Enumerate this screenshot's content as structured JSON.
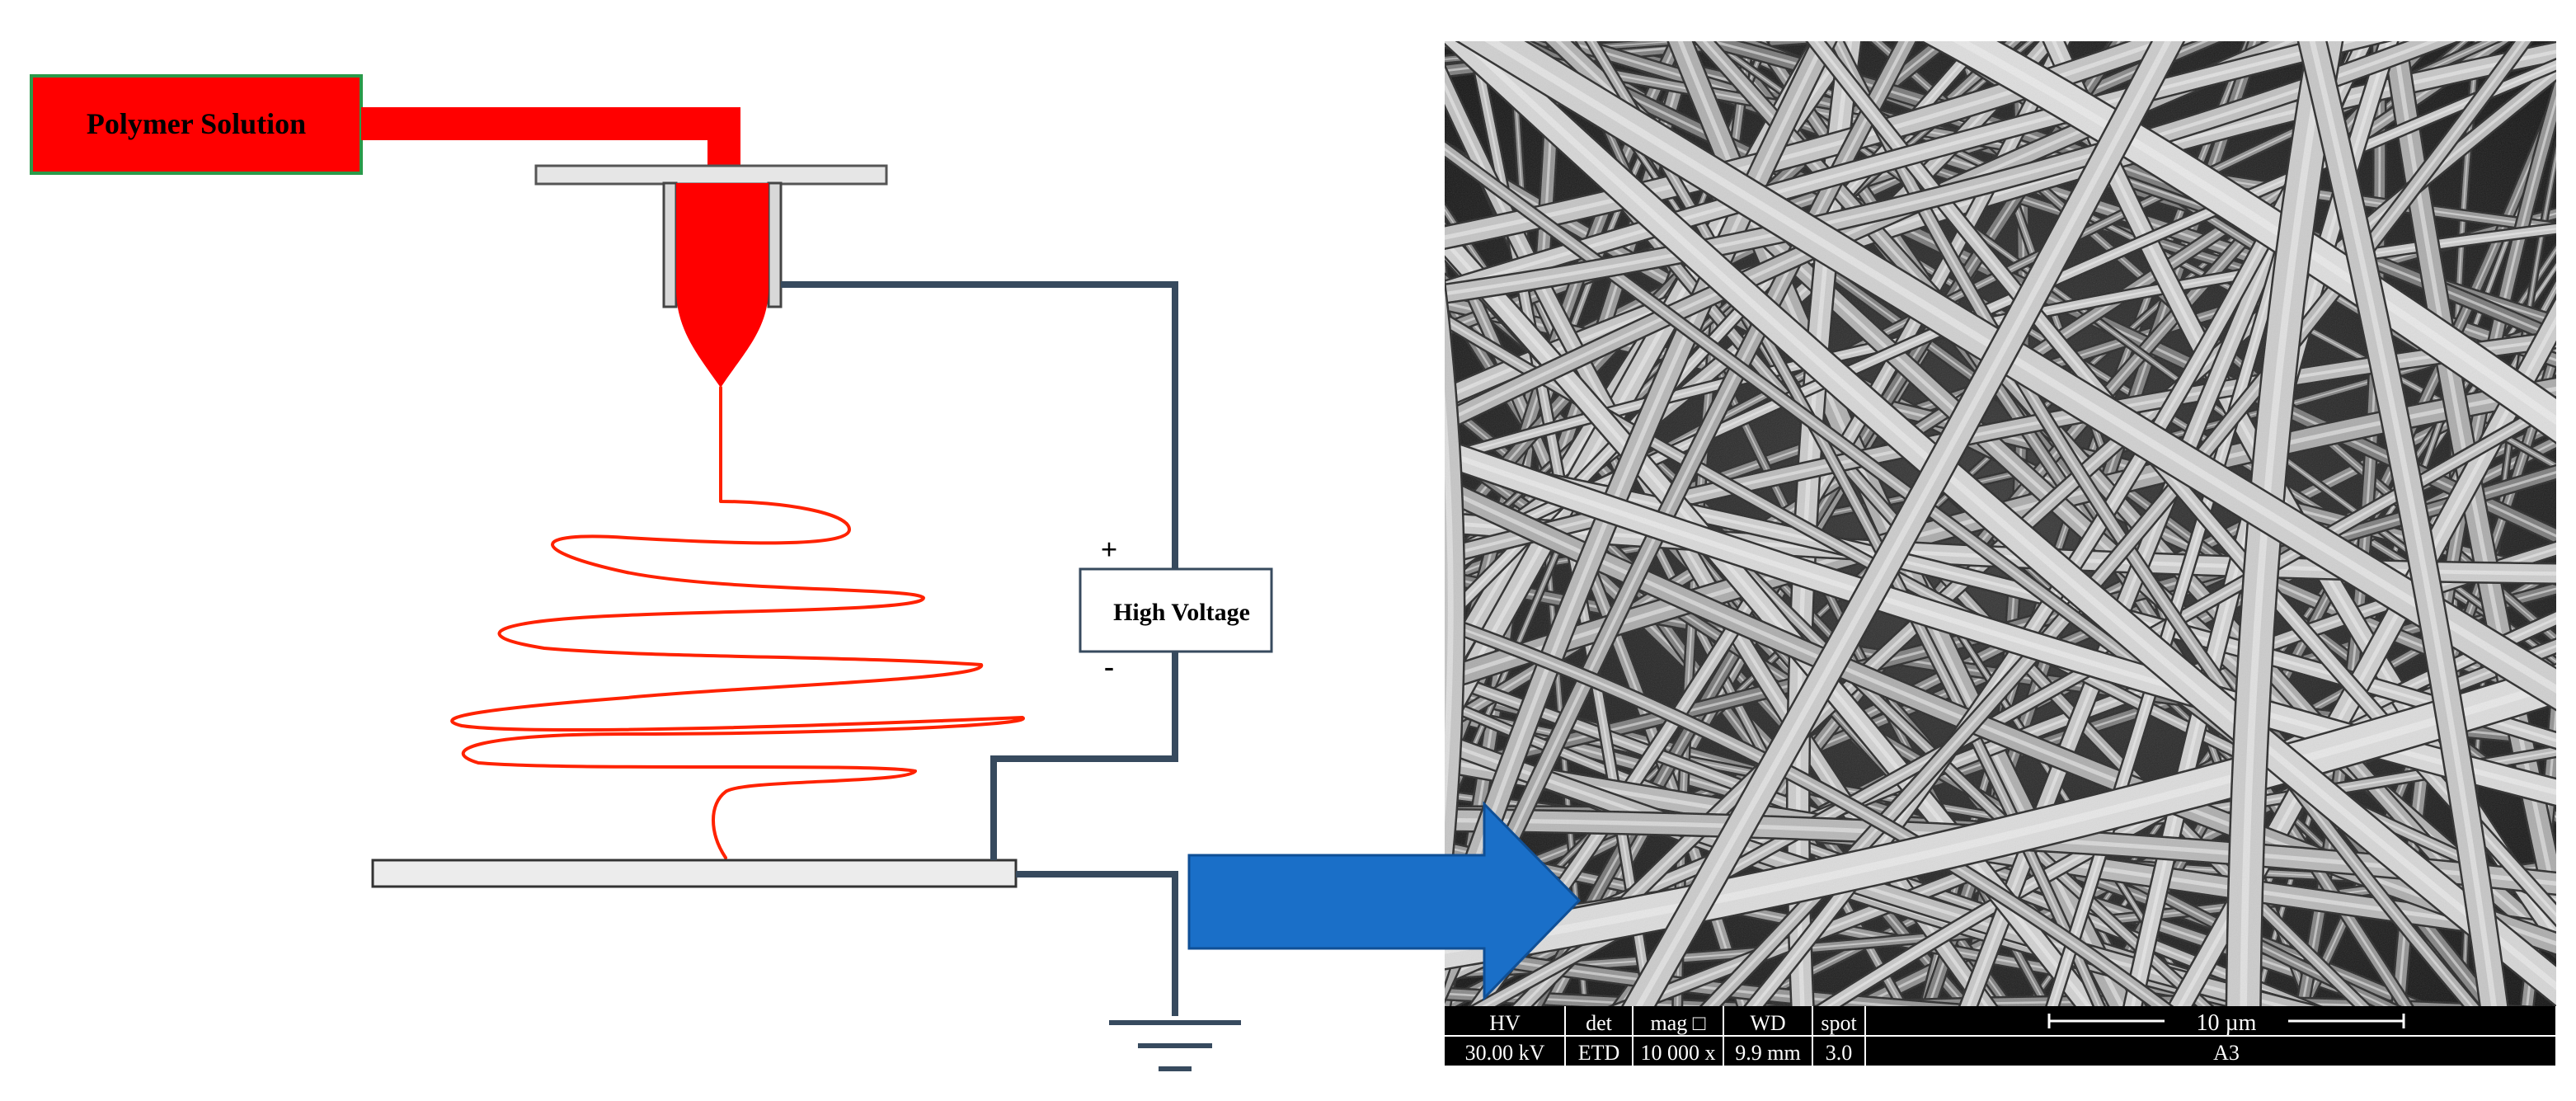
{
  "labels": {
    "polymer_solution": "Polymer Solution",
    "high_voltage": "High Voltage",
    "plus": "+",
    "minus": "-"
  },
  "sem_info_bar": {
    "headers": [
      "HV",
      "det",
      "mag □",
      "WD",
      "spot"
    ],
    "values": [
      "30.00 kV",
      "ETD",
      "10 000 x",
      "9.9 mm",
      "3.0"
    ],
    "scale_bar": "10 µm",
    "sample_id": "A3"
  },
  "colors": {
    "polymer": "#ff0000",
    "jet": "#ff2200",
    "wire": "#374a5e",
    "arrow": "#1a6fc8",
    "solution_box_border": "#2a9a4a"
  }
}
